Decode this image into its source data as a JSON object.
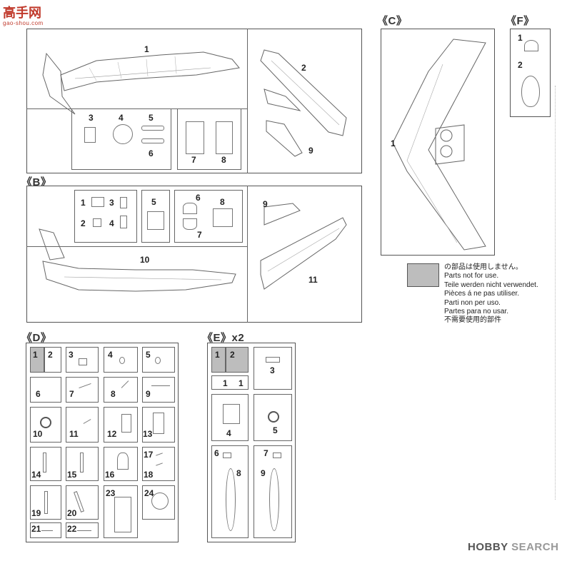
{
  "watermark": {
    "logo": "高手网",
    "logo_sub": "gao-shou.com",
    "bottom": "HOBBY",
    "bottom2": "SEARCH"
  },
  "sections": {
    "A_parts": [
      "1",
      "2",
      "3",
      "4",
      "5",
      "6",
      "7",
      "8",
      "9"
    ],
    "B_label": "《B》",
    "B_parts": [
      "1",
      "2",
      "3",
      "4",
      "5",
      "6",
      "7",
      "8",
      "9",
      "10",
      "11"
    ],
    "C_label": "《C》",
    "C_parts": [
      "1"
    ],
    "F_label": "《F》",
    "F_parts": [
      "1",
      "2"
    ],
    "D_label": "《D》",
    "D_parts": [
      "1",
      "2",
      "3",
      "4",
      "5",
      "6",
      "7",
      "8",
      "9",
      "10",
      "11",
      "12",
      "13",
      "14",
      "15",
      "16",
      "17",
      "18",
      "19",
      "20",
      "21",
      "22",
      "23",
      "24"
    ],
    "E_label": "《E》x2",
    "E_parts": [
      "1",
      "2",
      "1",
      "1",
      "3",
      "4",
      "5",
      "6",
      "7",
      "8",
      "9"
    ]
  },
  "legend": [
    "の部品は使用しません。",
    "Parts not for use.",
    "Teile werden nicht verwendet.",
    "Pièces á ne pas utiliser.",
    "Parti non per uso.",
    "Partes para no usar.",
    "不需要使用的部件"
  ],
  "colors": {
    "unused": "#bdbdbd",
    "line": "#555555"
  }
}
